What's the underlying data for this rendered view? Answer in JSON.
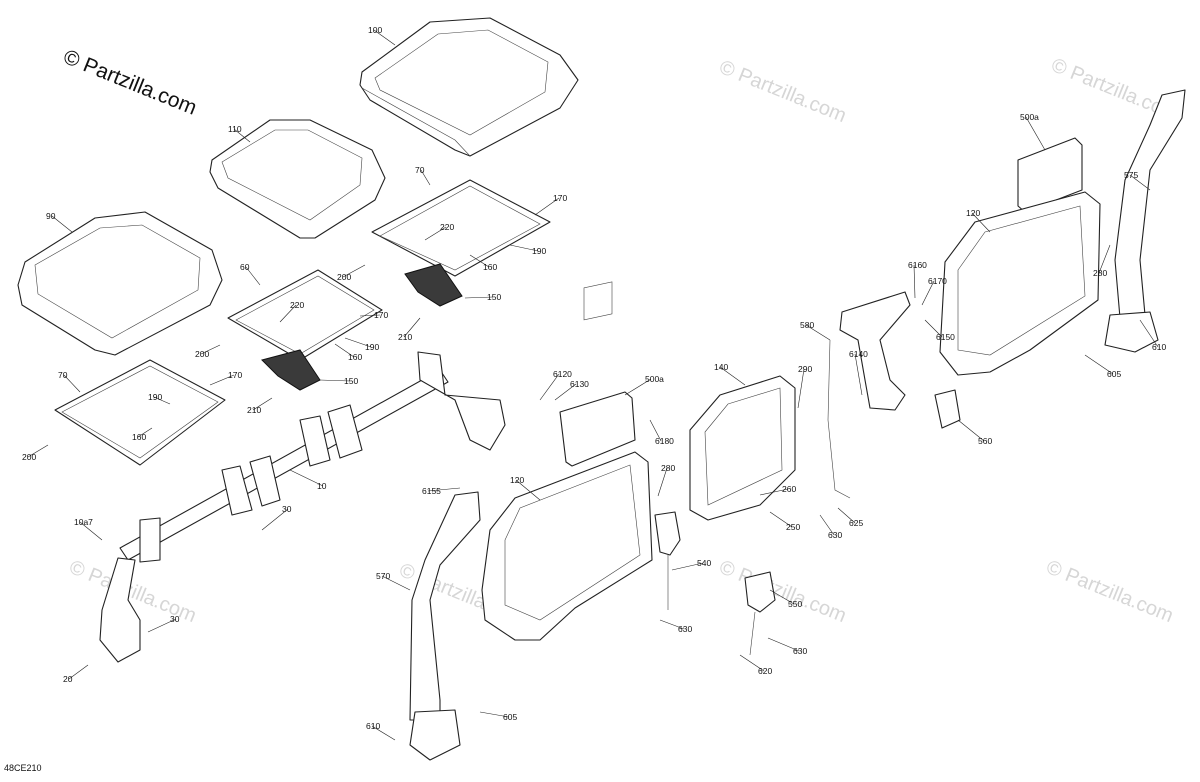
{
  "watermark_main": "© Partzilla.com",
  "watermark_faint": "© Partzilla.com",
  "drawing_code": "48CE210",
  "callouts": [
    {
      "key": "c100",
      "text": "100"
    },
    {
      "key": "c110",
      "text": "110"
    },
    {
      "key": "c90",
      "text": "90"
    },
    {
      "key": "c70a",
      "text": "70"
    },
    {
      "key": "c170a",
      "text": "170"
    },
    {
      "key": "c220a",
      "text": "220"
    },
    {
      "key": "c190a",
      "text": "190"
    },
    {
      "key": "c160a",
      "text": "160"
    },
    {
      "key": "c200a",
      "text": "200"
    },
    {
      "key": "c150a",
      "text": "150"
    },
    {
      "key": "c210a",
      "text": "210"
    },
    {
      "key": "c60",
      "text": "60"
    },
    {
      "key": "c220b",
      "text": "220"
    },
    {
      "key": "c170b",
      "text": "170"
    },
    {
      "key": "c190b",
      "text": "190"
    },
    {
      "key": "c160b",
      "text": "160"
    },
    {
      "key": "c200b",
      "text": "200"
    },
    {
      "key": "c150b",
      "text": "150"
    },
    {
      "key": "c210b",
      "text": "210"
    },
    {
      "key": "c70b",
      "text": "70"
    },
    {
      "key": "c170c",
      "text": "170"
    },
    {
      "key": "c190c",
      "text": "190"
    },
    {
      "key": "c160c",
      "text": "160"
    },
    {
      "key": "c200c",
      "text": "200"
    },
    {
      "key": "c10",
      "text": "10"
    },
    {
      "key": "c30a",
      "text": "30"
    },
    {
      "key": "c10a7",
      "text": "10a7"
    },
    {
      "key": "c30b",
      "text": "30"
    },
    {
      "key": "c20",
      "text": "20"
    },
    {
      "key": "c6155",
      "text": "6155"
    },
    {
      "key": "c570",
      "text": "570"
    },
    {
      "key": "c610a",
      "text": "610"
    },
    {
      "key": "c605a",
      "text": "605"
    },
    {
      "key": "c6120",
      "text": "6120"
    },
    {
      "key": "c6130",
      "text": "6130"
    },
    {
      "key": "c500a_1",
      "text": "500a"
    },
    {
      "key": "c6180",
      "text": "6180"
    },
    {
      "key": "c120a",
      "text": "120"
    },
    {
      "key": "c280a",
      "text": "280"
    },
    {
      "key": "c140",
      "text": "140"
    },
    {
      "key": "c290",
      "text": "290"
    },
    {
      "key": "c260",
      "text": "260"
    },
    {
      "key": "c250",
      "text": "250"
    },
    {
      "key": "c540",
      "text": "540"
    },
    {
      "key": "c630a",
      "text": "630"
    },
    {
      "key": "c550",
      "text": "550"
    },
    {
      "key": "c630b",
      "text": "630"
    },
    {
      "key": "c620",
      "text": "620"
    },
    {
      "key": "c580",
      "text": "580"
    },
    {
      "key": "c6140",
      "text": "6140"
    },
    {
      "key": "c625",
      "text": "625"
    },
    {
      "key": "c630c",
      "text": "630"
    },
    {
      "key": "c6160",
      "text": "6160"
    },
    {
      "key": "c6170",
      "text": "6170"
    },
    {
      "key": "c6150",
      "text": "6150"
    },
    {
      "key": "c560",
      "text": "560"
    },
    {
      "key": "c500a_2",
      "text": "500a"
    },
    {
      "key": "c120b",
      "text": "120"
    },
    {
      "key": "c280b",
      "text": "280"
    },
    {
      "key": "c575",
      "text": "575"
    },
    {
      "key": "c610b",
      "text": "610"
    },
    {
      "key": "c605b",
      "text": "605"
    }
  ]
}
